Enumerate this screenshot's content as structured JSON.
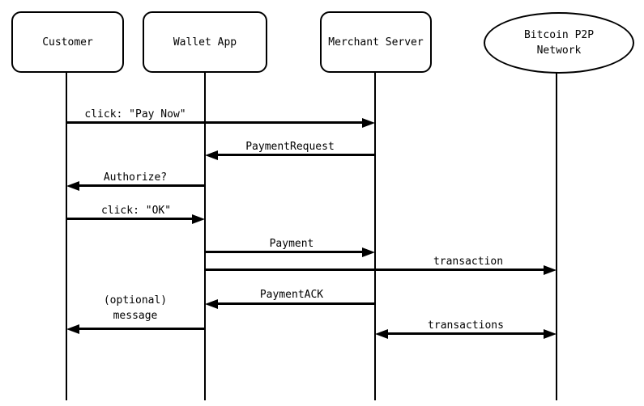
{
  "diagram": {
    "kind": "sequence-diagram",
    "colors": {
      "stroke": "#000000",
      "fill": "#ffffff",
      "background": "#ffffff",
      "text": "#000000"
    }
  },
  "actors": [
    {
      "id": "customer",
      "label": "Customer",
      "shape": "rounded-rect"
    },
    {
      "id": "wallet-app",
      "label": "Wallet App",
      "shape": "rounded-rect"
    },
    {
      "id": "merchant-server",
      "label": "Merchant Server",
      "shape": "rounded-rect"
    },
    {
      "id": "bitcoin-p2p-network",
      "label": "Bitcoin P2P\nNetwork",
      "shape": "ellipse"
    }
  ],
  "messages": [
    {
      "label": "click: \"Pay Now\"",
      "from": "customer",
      "to": "merchant-server",
      "direction": "right"
    },
    {
      "label": "PaymentRequest",
      "from": "merchant-server",
      "to": "wallet-app",
      "direction": "left"
    },
    {
      "label": "Authorize?",
      "from": "wallet-app",
      "to": "customer",
      "direction": "left"
    },
    {
      "label": "click: \"OK\"",
      "from": "customer",
      "to": "wallet-app",
      "direction": "right"
    },
    {
      "label": "Payment",
      "from": "wallet-app",
      "to": "merchant-server",
      "direction": "right"
    },
    {
      "label": "transaction",
      "from": "wallet-app",
      "to": "bitcoin-p2p-network",
      "direction": "right"
    },
    {
      "label": "PaymentACK",
      "from": "merchant-server",
      "to": "wallet-app",
      "direction": "left"
    },
    {
      "label": "(optional)\nmessage",
      "from": "wallet-app",
      "to": "customer",
      "direction": "left"
    },
    {
      "label": "transactions",
      "from": "merchant-server",
      "to": "bitcoin-p2p-network",
      "direction": "both"
    }
  ]
}
